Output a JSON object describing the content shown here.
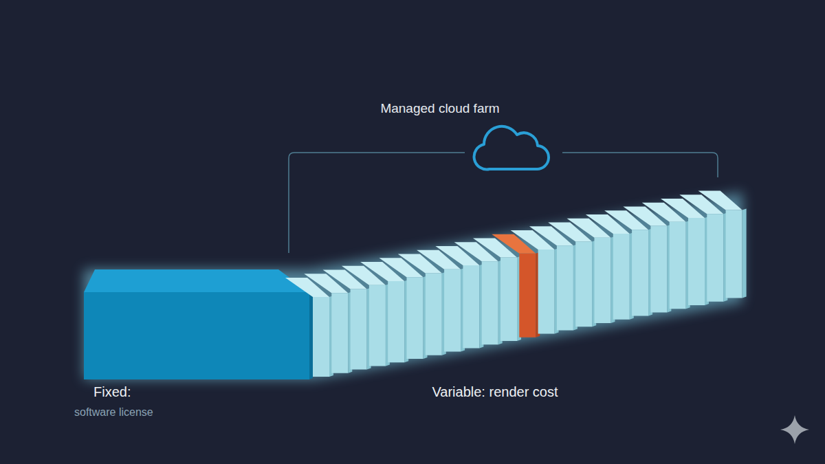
{
  "diagram": {
    "labels": [
      "Managed cloud farm",
      "Fixed:",
      "software license",
      "Variable: render cost"
    ]
  }
}
